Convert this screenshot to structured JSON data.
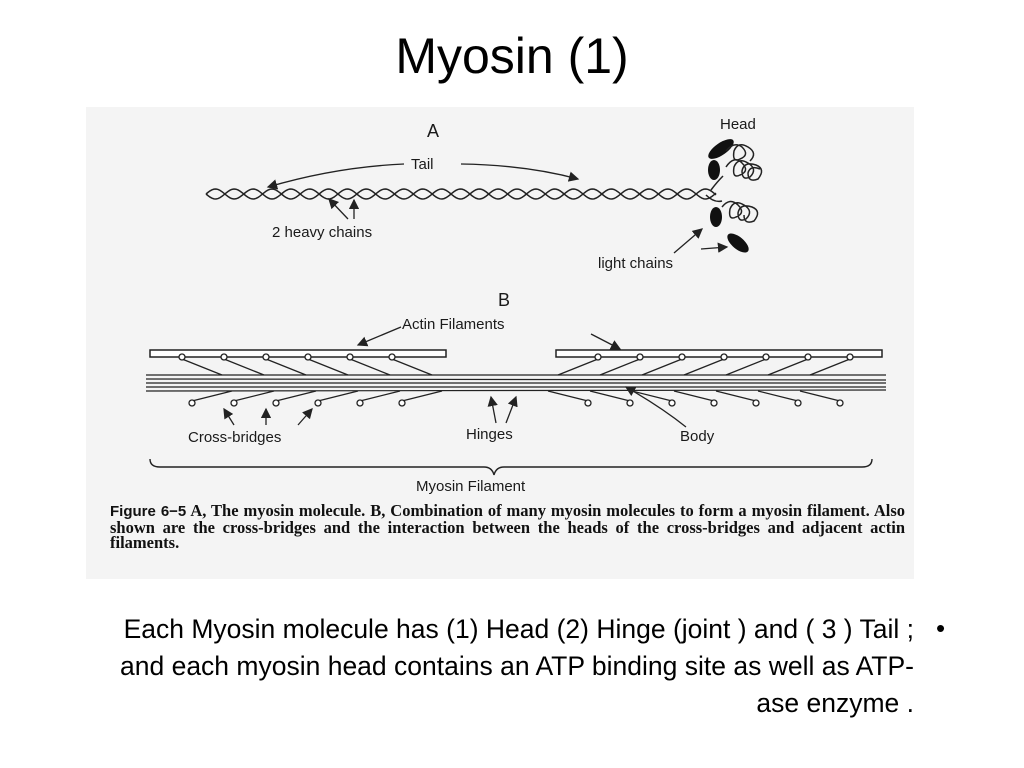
{
  "slide": {
    "title": "Myosin (1)",
    "bullet_symbol": "•",
    "bullet_text": "Each Myosin molecule has (1) Head (2) Hinge (joint ) and ( 3 ) Tail ; and each myosin head contains an ATP binding site as well as ATP-ase enzyme ."
  },
  "figure": {
    "panel_a": {
      "panel_label": "A",
      "labels": {
        "tail": "Tail",
        "head": "Head",
        "heavy_chains": "2 heavy chains",
        "light_chains": "light chains"
      }
    },
    "panel_b": {
      "panel_label": "B",
      "labels": {
        "actin_filaments": "Actin Filaments",
        "cross_bridges": "Cross-bridges",
        "hinges": "Hinges",
        "body": "Body",
        "myosin_filament": "Myosin Filament"
      }
    },
    "caption": {
      "figure_number": "Figure 6−5",
      "text": "A, The myosin molecule. B, Combination of many myosin molecules to form a myosin filament. Also shown are the cross-bridges and the interaction between the heads of the cross-bridges and adjacent actin filaments."
    }
  }
}
